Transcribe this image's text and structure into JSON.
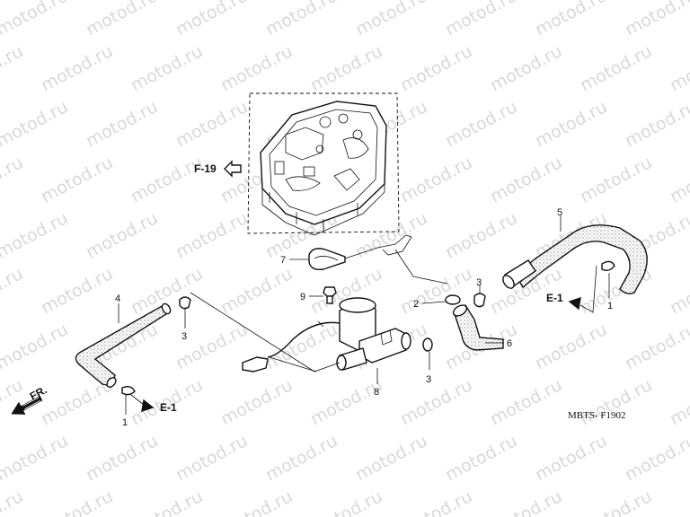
{
  "watermark": "motod.ru",
  "diagram_code": "MBTS- F1902",
  "refs": {
    "f19": "F-19",
    "e1_left": "E-1",
    "e1_right": "E-1",
    "front": "FR."
  },
  "callouts": {
    "c1_left": "1",
    "c1_right": "1",
    "c2": "2",
    "c3_left": "3",
    "c3_mid": "3",
    "c3_upper": "3",
    "c4": "4",
    "c5": "5",
    "c6": "6",
    "c7": "7",
    "c8": "8",
    "c9": "9"
  }
}
